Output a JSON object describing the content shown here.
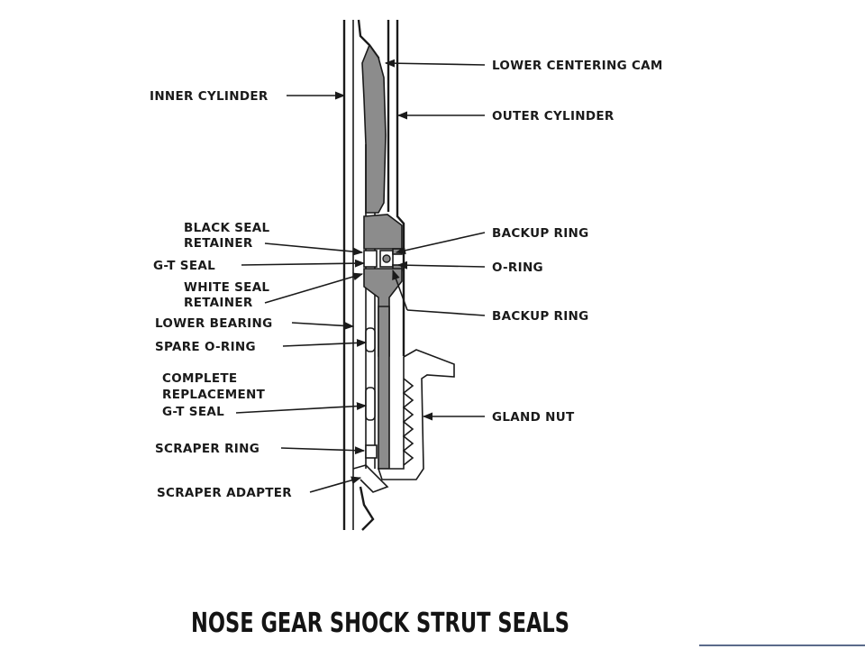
{
  "title": "NOSE GEAR SHOCK STRUT SEALS",
  "labels": {
    "lower_centering_cam": "LOWER CENTERING CAM",
    "inner_cylinder": "INNER CYLINDER",
    "outer_cylinder": "OUTER CYLINDER",
    "black_seal_retainer_1": "BLACK SEAL",
    "black_seal_retainer_2": "RETAINER",
    "gt_seal": "G-T SEAL",
    "white_seal_retainer_1": "WHITE SEAL",
    "white_seal_retainer_2": "RETAINER",
    "backup_ring_upper": "BACKUP RING",
    "o_ring": "O-RING",
    "backup_ring_lower": "BACKUP RING",
    "lower_bearing": "LOWER BEARING",
    "spare_o_ring": "SPARE O-RING",
    "complete_replacement_1": "COMPLETE",
    "complete_replacement_2": "REPLACEMENT",
    "complete_replacement_3": "G-T SEAL",
    "gland_nut": "GLAND NUT",
    "scraper_ring": "SCRAPER RING",
    "scraper_adapter": "SCRAPER ADAPTER"
  },
  "colors": {
    "ink": "#1a1a1a",
    "shading": "#8c8c8c",
    "background": "#ffffff"
  }
}
